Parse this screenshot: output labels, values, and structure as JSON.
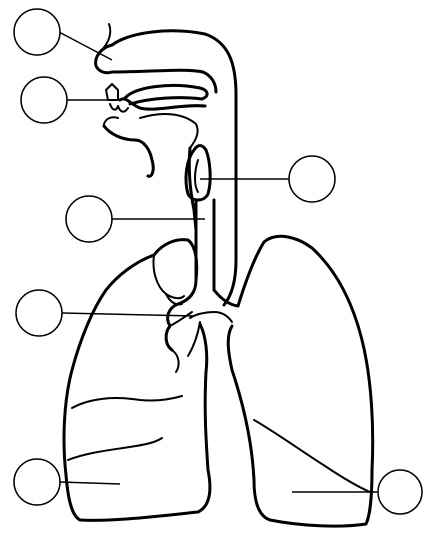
{
  "diagram": {
    "line_color": "#000000",
    "background": "#ffffff",
    "callouts": [
      {
        "target": "nasal-cavity",
        "label": ""
      },
      {
        "target": "nostril-mouth",
        "label": ""
      },
      {
        "target": "larynx",
        "label": ""
      },
      {
        "target": "trachea",
        "label": ""
      },
      {
        "target": "bronchi",
        "label": ""
      },
      {
        "target": "right-lung",
        "label": ""
      },
      {
        "target": "left-lung",
        "label": ""
      }
    ]
  }
}
